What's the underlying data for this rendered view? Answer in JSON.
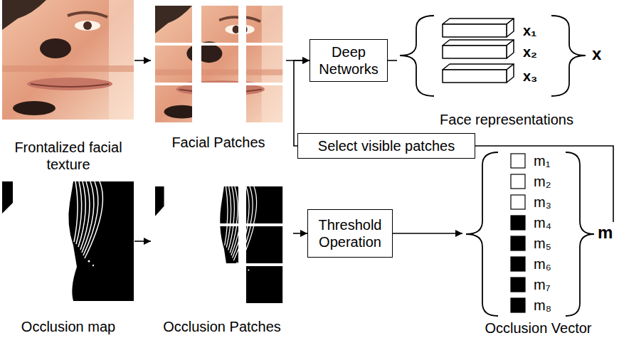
{
  "diagram": {
    "nodes": [
      {
        "text": [
          "Frontalized facial texture"
        ]
      },
      {
        "text": [
          "Facial Patches"
        ]
      },
      {
        "text": [
          "Deep Networks"
        ]
      },
      {
        "text": [
          "Face representations"
        ]
      },
      {
        "text": [
          "Select visible patches"
        ]
      },
      {
        "text": [
          "Occlusion map"
        ]
      },
      {
        "text": [
          "Occlusion Patches"
        ]
      },
      {
        "text": [
          "Threshold Operation"
        ]
      },
      {
        "text": [
          "Occlusion Vector"
        ]
      }
    ],
    "edges": [
      {
        "from": 0,
        "to": 1,
        "arrow": "to"
      },
      {
        "from": 1,
        "to": 2,
        "arrow": "to"
      },
      {
        "from": 2,
        "to": 3,
        "arrow": "none"
      },
      {
        "from": 4,
        "to": 2,
        "arrow": "to"
      },
      {
        "from": 5,
        "to": 6,
        "arrow": "to"
      },
      {
        "from": 6,
        "to": 7,
        "arrow": "to"
      },
      {
        "from": 7,
        "to": 8,
        "arrow": "to"
      },
      {
        "from": 8,
        "to": 4,
        "arrow": "none"
      }
    ],
    "labels": [
      "x₁",
      "x₂",
      "x₃",
      "x",
      "m₁",
      "m₂",
      "m₃",
      "m₄",
      "m₅",
      "m₆",
      "m₇",
      "m₈",
      "m"
    ]
  }
}
